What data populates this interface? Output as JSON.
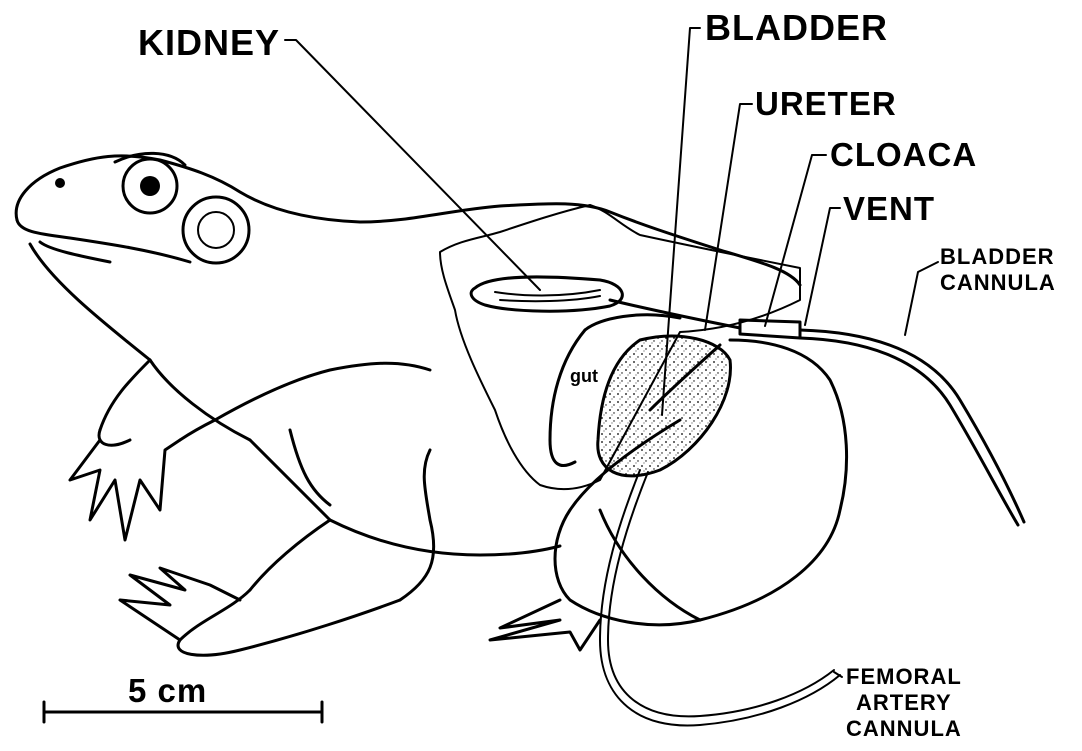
{
  "labels": {
    "kidney": "KIDNEY",
    "bladder": "BLADDER",
    "ureter": "URETER",
    "cloaca": "CLOACA",
    "vent": "VENT",
    "bladder_cannula_1": "BLADDER",
    "bladder_cannula_2": "CANNULA",
    "gut": "gut",
    "femoral_1": "FEMORAL",
    "femoral_2": "ARTERY",
    "femoral_3": "CANNULA"
  },
  "scale_bar": {
    "label": "5 cm"
  }
}
